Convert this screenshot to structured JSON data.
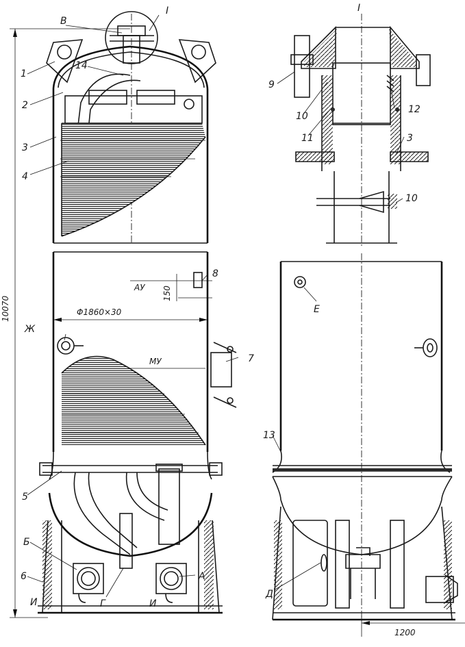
{
  "labels": {
    "detail_I_top": "I",
    "detail_I_marker": "I",
    "v_top": "В",
    "n1": "1",
    "n2": "2",
    "n3": "3",
    "n4": "4",
    "n14": "14",
    "n5": "5",
    "n6_letter": "Б",
    "n6": "6",
    "n7": "7",
    "n8": "8",
    "n9": "9",
    "n10a": "10",
    "n10b": "10",
    "n11": "11",
    "n12": "12",
    "n3b": "3",
    "n13": "13",
    "height_dim": "10070",
    "dim_150": "150",
    "diameter": "Φ1860×30",
    "ay": "АУ",
    "my": "МУ",
    "zh": "Ж",
    "e_letter": "Е",
    "a_letter": "А",
    "g_letter": "Г",
    "i_left": "И",
    "i_mid": "И",
    "d_letter": "Д",
    "dim_1200": "1200"
  }
}
